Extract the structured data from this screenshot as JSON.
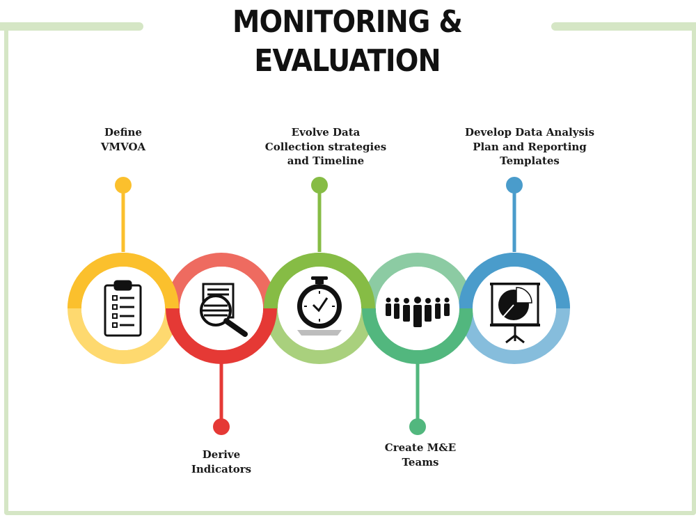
{
  "title": "MONITORING & EVALUATION",
  "steps": [
    {
      "label": "Define VMVOA",
      "line1": "Define",
      "line2": "VMVOA",
      "icon": "clipboard-checklist-icon",
      "color_top": "#fbc02d",
      "color_bottom": "#fed96f"
    },
    {
      "label": "Derive Indicators",
      "line1": "Derive",
      "line2": "Indicators",
      "icon": "document-magnifier-icon",
      "color_top": "#ee6b60",
      "color_bottom": "#e53935"
    },
    {
      "label": "Evolve Data Collection strategies and Timeline",
      "line1": "Evolve Data",
      "line2": "Collection strategies",
      "line3": "and Timeline",
      "icon": "stopwatch-icon",
      "color_top": "#86bc45",
      "color_bottom": "#a9d07d"
    },
    {
      "label": "Create M&E Teams",
      "line1": "Create M&E",
      "line2": "Teams",
      "icon": "team-people-icon",
      "color_top": "#8ccba3",
      "color_bottom": "#52b77e"
    },
    {
      "label": "Develop Data Analysis Plan and Reporting Templates",
      "line1": "Develop Data Analysis",
      "line2": "Plan and Reporting",
      "line3": "Templates",
      "icon": "presentation-pie-chart-icon",
      "color_top": "#4a9ccb",
      "color_bottom": "#86bddc"
    }
  ]
}
